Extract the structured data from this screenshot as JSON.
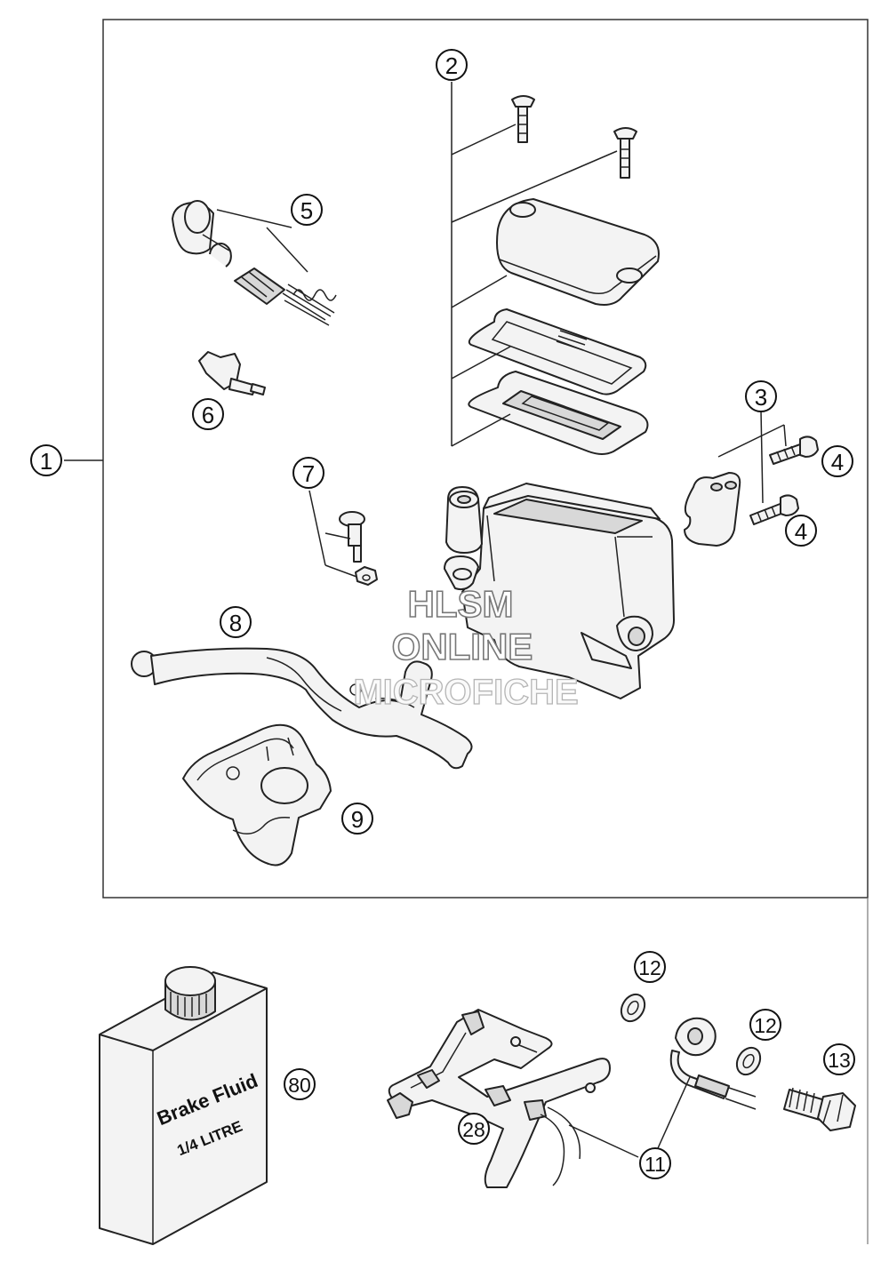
{
  "callouts": {
    "c1": "1",
    "c2": "2",
    "c3": "3",
    "c4a": "4",
    "c4b": "4",
    "c5": "5",
    "c6": "6",
    "c7": "7",
    "c8": "8",
    "c9": "9",
    "c11": "11",
    "c12a": "12",
    "c12b": "12",
    "c13": "13",
    "c28": "28",
    "c80": "80"
  },
  "watermark": {
    "line1": "HLSM",
    "line2": "ONLINE",
    "line3": "MICROFICHE"
  },
  "bottle_label": {
    "line1": "Brake Fluid",
    "line2": "1/4 LITRE"
  }
}
